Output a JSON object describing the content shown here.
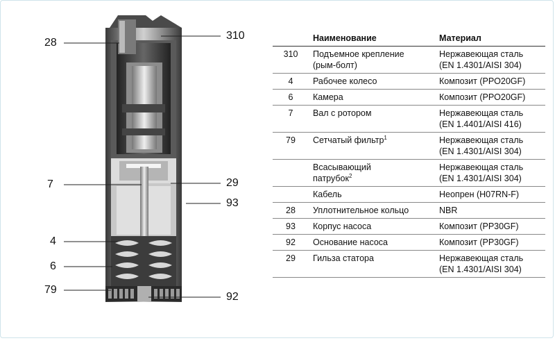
{
  "diagram": {
    "callouts": {
      "c28": "28",
      "c310": "310",
      "c7": "7",
      "c29": "29",
      "c93": "93",
      "c4": "4",
      "c6": "6",
      "c79": "79",
      "c92": "92"
    }
  },
  "table": {
    "headers": {
      "number": "",
      "name": "Наименование",
      "material": "Материал"
    },
    "rows": [
      {
        "number": "310",
        "name": "Подъемное крепление\n(рым-болт)",
        "sup": "",
        "material": "Нержавеющая сталь\n(EN 1.4301/AISI 304)"
      },
      {
        "number": "4",
        "name": "Рабочее колесо",
        "sup": "",
        "material": "Композит (PPO20GF)"
      },
      {
        "number": "6",
        "name": "Камера",
        "sup": "",
        "material": "Композит (PPO20GF)"
      },
      {
        "number": "7",
        "name": "Вал с ротором",
        "sup": "",
        "material": "Нержавеющая сталь\n(EN 1.4401/AISI 416)"
      },
      {
        "number": "79",
        "name": "Сетчатый фильтр",
        "sup": "1",
        "material": "Нержавеющая сталь\n(EN 1.4301/AISI 304)"
      },
      {
        "number": "",
        "name": "Всасывающий\nпатрубок",
        "sup": "2",
        "material": "Нержавеющая сталь\n(EN 1.4301/AISI 304)"
      },
      {
        "number": "",
        "name": "Кабель",
        "sup": "",
        "material": "Неопрен (H07RN-F)"
      },
      {
        "number": "28",
        "name": "Уплотнительное кольцо",
        "sup": "",
        "material": "NBR"
      },
      {
        "number": "93",
        "name": "Корпус насоса",
        "sup": "",
        "material": "Композит (PP30GF)"
      },
      {
        "number": "92",
        "name": "Основание насоса",
        "sup": "",
        "material": "Композит (PP30GF)"
      },
      {
        "number": "29",
        "name": "Гильза статора",
        "sup": "",
        "material": "Нержавеющая сталь\n(EN 1.4301/AISI 304)"
      }
    ]
  }
}
